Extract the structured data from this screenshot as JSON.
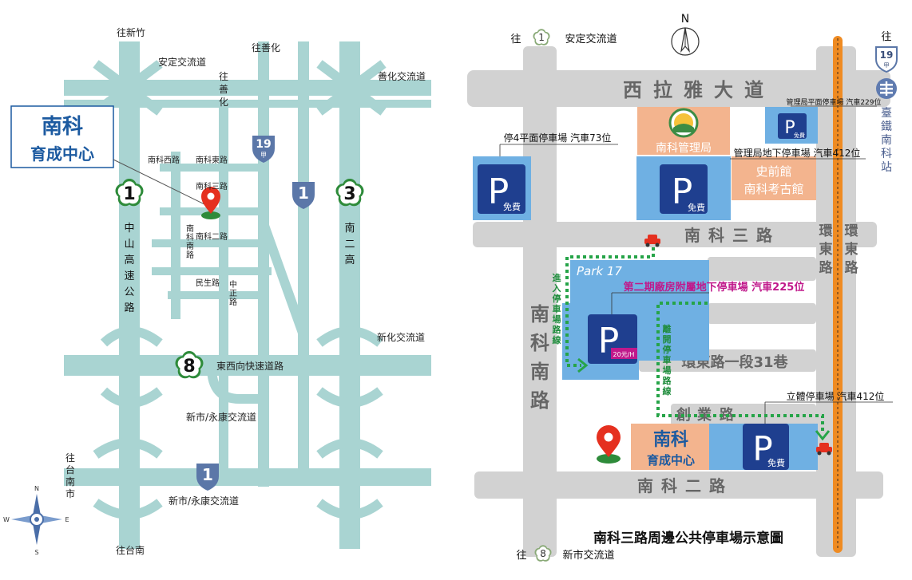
{
  "left_map": {
    "callout_title": "南科",
    "callout_subtitle": "育成中心",
    "labels": {
      "to_hsinchu": "往新竹",
      "anding_ic": "安定交流道",
      "to_shanhua_top": "往善化",
      "to_shanhua_side": [
        "往",
        "善",
        "化"
      ],
      "shanhua_ic": "善化交流道",
      "nanke_w_rd": "南科西路",
      "nanke_e_rd": "南科東路",
      "nanke_3_rd": "南科三路",
      "nanke_2_rd": "南科二路",
      "nanke_s_rd": [
        "南",
        "科",
        "南",
        "路"
      ],
      "minsheng_rd": "民生路",
      "zhongzheng_rd": [
        "中",
        "正",
        "路"
      ],
      "zhongshan_fwy": [
        "中",
        "山",
        "高",
        "速",
        "公",
        "路"
      ],
      "nan_er_gao": [
        "南",
        "二",
        "高"
      ],
      "xinhua_ic": "新化交流道",
      "ew_expressway": "東西向快速道路",
      "xinshi_yongkang_ic_1": "新市/永康交流道",
      "xinshi_yongkang_ic_2": "新市/永康交流道",
      "to_tainan_city": [
        "往",
        "台",
        "南",
        "市"
      ],
      "to_tainan": "往台南"
    },
    "shields": {
      "fwy1": "1",
      "fwy3": "3",
      "fwy8": "8",
      "prov1_top": "1",
      "prov1_bottom": "1",
      "prov19_num": "19",
      "prov19_sub": "甲"
    },
    "compass": {
      "n": "N",
      "e": "E",
      "s": "S",
      "w": "W"
    }
  },
  "right_map": {
    "north": "N",
    "top_link": {
      "prefix": "往",
      "num": "1",
      "text": "安定交流道"
    },
    "bottom_link": {
      "prefix": "往",
      "num": "8",
      "text": "新市交流道"
    },
    "rail": {
      "prefix": "往",
      "num": "19",
      "sub": "甲",
      "station": [
        "臺",
        "鐵",
        "南",
        "科",
        "站"
      ]
    },
    "roads": {
      "xilaya": [
        "西",
        "拉",
        "雅",
        "大",
        "道"
      ],
      "nanke3": [
        "南",
        "科",
        "三",
        "路"
      ],
      "nanke2": [
        "南",
        "科",
        "二",
        "路"
      ],
      "nankenan": [
        "南",
        "科",
        "南",
        "路"
      ],
      "huandong1": [
        "環",
        "東",
        "路"
      ],
      "huandong2": [
        "環",
        "東",
        "路"
      ],
      "huandong_lane": "環東路一段31巷",
      "chuangye": [
        "創",
        "業",
        "路"
      ]
    },
    "buildings": {
      "admin_bureau": "南科管理局",
      "museum_line1": "史前館",
      "museum_line2": "南科考古館",
      "incubator_line1": "南科",
      "incubator_line2": "育成中心",
      "park17": "Park 17"
    },
    "parking": {
      "p_letter": "P",
      "free": "免費",
      "rate": "20元/H",
      "lot_4": "停4平面停車場 汽車73位",
      "admin_surface": "管理局平面停車場 汽車229位",
      "admin_underground": "管理局地下停車場 汽車412位",
      "phase2_underground": "第二期廠房附屬地下停車場 汽車225位",
      "multi_storey": "立體停車場 汽車412位"
    },
    "route_in": [
      "進",
      "入",
      "停",
      "車",
      "場",
      "路",
      "線"
    ],
    "route_out": [
      "離",
      "開",
      "停",
      "車",
      "場",
      "路",
      "線"
    ],
    "title": "南科三路周邊公共停車場示意圖"
  },
  "colors": {
    "road_left": "#a9d4d2",
    "road_right": "#d2d2d2",
    "blue_box": "#6fb0e3",
    "p_sign": "#1f3f8f",
    "peach": "#f3b48e",
    "route": "#26a448",
    "rail": "#ef8b22",
    "pin": "#e5301f",
    "magenta": "#c0198b",
    "callout": "#1c5aa0"
  }
}
